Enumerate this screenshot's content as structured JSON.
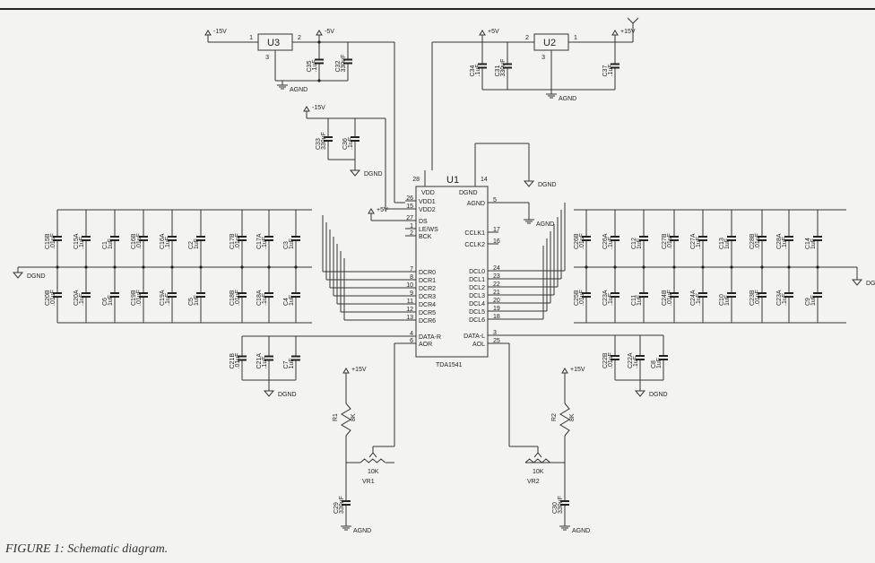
{
  "caption": "FIGURE 1: Schematic diagram.",
  "u1": {
    "ref": "U1",
    "part": "TDA1541",
    "left_pins": [
      {
        "num": "26",
        "name": "VDD1"
      },
      {
        "num": "15",
        "name": "VDD2"
      },
      {
        "num": "27",
        "name": "DS"
      },
      {
        "num": "1",
        "name": "LE/WS"
      },
      {
        "num": "2",
        "name": "BCK"
      },
      {
        "num": "7",
        "name": "DCR0"
      },
      {
        "num": "8",
        "name": "DCR1"
      },
      {
        "num": "10",
        "name": "DCR2"
      },
      {
        "num": "9",
        "name": "DCR3"
      },
      {
        "num": "11",
        "name": "DCR4"
      },
      {
        "num": "12",
        "name": "DCR5"
      },
      {
        "num": "13",
        "name": "DCR6"
      },
      {
        "num": "4",
        "name": "DATA-R"
      },
      {
        "num": "6",
        "name": "AOR"
      }
    ],
    "right_pins": [
      {
        "num": "5",
        "name": "AGND"
      },
      {
        "num": "17",
        "name": "CCLK1"
      },
      {
        "num": "16",
        "name": "CCLK2"
      },
      {
        "num": "24",
        "name": "DCL0"
      },
      {
        "num": "23",
        "name": "DCL1"
      },
      {
        "num": "22",
        "name": "DCL2"
      },
      {
        "num": "21",
        "name": "DCL3"
      },
      {
        "num": "20",
        "name": "DCL4"
      },
      {
        "num": "19",
        "name": "DCL5"
      },
      {
        "num": "18",
        "name": "DCL6"
      },
      {
        "num": "3",
        "name": "DATA-L"
      },
      {
        "num": "25",
        "name": "AOL"
      }
    ],
    "top_pins": [
      {
        "num": "28",
        "name": "VDD"
      },
      {
        "num": "14",
        "name": "DGND"
      }
    ]
  },
  "regulators": [
    {
      "ref": "U3",
      "in": "1",
      "out": "2",
      "gnd": "3",
      "in_label": "-15V",
      "out_label": "-5V"
    },
    {
      "ref": "U2",
      "in": "1",
      "out": "2",
      "gnd": "3",
      "in_label": "+15V",
      "out_label": "+5V"
    }
  ],
  "caps_u3": [
    {
      "ref": "C35",
      "val": ".1uF"
    },
    {
      "ref": "C32",
      "val": "330uF"
    }
  ],
  "caps_u2": [
    {
      "ref": "C34",
      "val": ".1uF"
    },
    {
      "ref": "C31",
      "val": "330uF"
    },
    {
      "ref": "C37",
      "val": ".1uF"
    }
  ],
  "caps_mid": [
    {
      "ref": "C33",
      "val": "330uF"
    },
    {
      "ref": "C36",
      "val": ".1uF"
    }
  ],
  "mid_supply": "-15V",
  "plus5_label": "+5V",
  "grounds": {
    "agnd": "AGND",
    "dgnd": "DGND"
  },
  "left_top_caps": [
    {
      "ref": "C15B",
      "val": ".01uF"
    },
    {
      "ref": "C15A",
      "val": ".1uF"
    },
    {
      "ref": "C1",
      "val": "1uF"
    },
    {
      "ref": "C16B",
      "val": ".01uF"
    },
    {
      "ref": "C16A",
      "val": ".1uF"
    },
    {
      "ref": "C2",
      "val": "1uF"
    },
    {
      "ref": "C17B",
      "val": ".01uF"
    },
    {
      "ref": "C17A",
      "val": ".1uF"
    },
    {
      "ref": "C3",
      "val": "1uF"
    }
  ],
  "left_bot_caps": [
    {
      "ref": "C20B",
      "val": ".01uF"
    },
    {
      "ref": "C20A",
      "val": ".1uF"
    },
    {
      "ref": "C6",
      "val": "1uF"
    },
    {
      "ref": "C19B",
      "val": ".01uF"
    },
    {
      "ref": "C19A",
      "val": ".1uF"
    },
    {
      "ref": "C5",
      "val": "1uF"
    },
    {
      "ref": "C18B",
      "val": ".01uF"
    },
    {
      "ref": "C18A",
      "val": ".1uF"
    },
    {
      "ref": "C4",
      "val": "1uF"
    }
  ],
  "left_low_caps": [
    {
      "ref": "C21B",
      "val": ".01uF"
    },
    {
      "ref": "C21A",
      "val": ".1uF"
    },
    {
      "ref": "C7",
      "val": "1uF"
    }
  ],
  "right_top_caps": [
    {
      "ref": "C26B",
      "val": ".01uF"
    },
    {
      "ref": "C26A",
      "val": ".1uF"
    },
    {
      "ref": "C12",
      "val": "1uF"
    },
    {
      "ref": "C27B",
      "val": ".01uF"
    },
    {
      "ref": "C27A",
      "val": ".1uF"
    },
    {
      "ref": "C13",
      "val": "1uF"
    },
    {
      "ref": "C28B",
      "val": ".01uF"
    },
    {
      "ref": "C28A",
      "val": ".1uF"
    },
    {
      "ref": "C14",
      "val": "1uF"
    }
  ],
  "right_bot_caps": [
    {
      "ref": "C25B",
      "val": ".01uF"
    },
    {
      "ref": "C23A",
      "val": ".1uF"
    },
    {
      "ref": "C11",
      "val": "1uF"
    },
    {
      "ref": "C24B",
      "val": ".01uF"
    },
    {
      "ref": "C24A",
      "val": ".1uF"
    },
    {
      "ref": "C10",
      "val": "1uF"
    },
    {
      "ref": "C23B",
      "val": ".01uF"
    },
    {
      "ref": "C23A",
      "val": ".1uF"
    },
    {
      "ref": "C9",
      "val": "1uF"
    }
  ],
  "right_low_caps": [
    {
      "ref": "C22B",
      "val": ".01uF"
    },
    {
      "ref": "C22A",
      "val": ".1uF"
    },
    {
      "ref": "C8",
      "val": "1uF"
    }
  ],
  "left_out": {
    "supply": "+15V",
    "r": "R1",
    "r_val": "8K",
    "vr": "VR1",
    "vr_val": "10K",
    "cap": "C29",
    "cap_val": "330uF"
  },
  "right_out": {
    "supply": "+15V",
    "r": "R2",
    "r_val": "8K",
    "vr": "VR2",
    "vr_val": "10K",
    "cap": "C30",
    "cap_val": "330uF"
  }
}
